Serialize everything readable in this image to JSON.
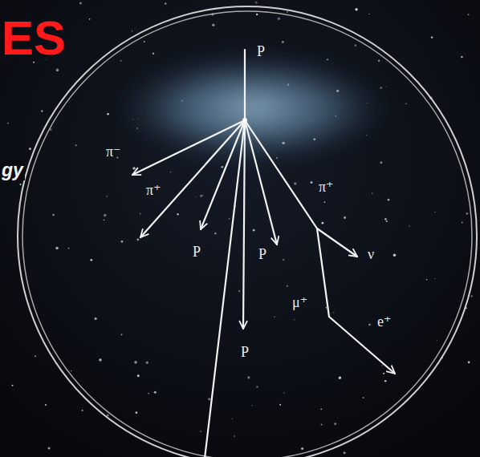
{
  "diagram": {
    "labels": [
      "ES",
      "P",
      "gy",
      "π⁻",
      "π⁺",
      "π⁺",
      "P",
      "P",
      "ν",
      "μ⁺",
      "e⁺",
      "P"
    ]
  }
}
